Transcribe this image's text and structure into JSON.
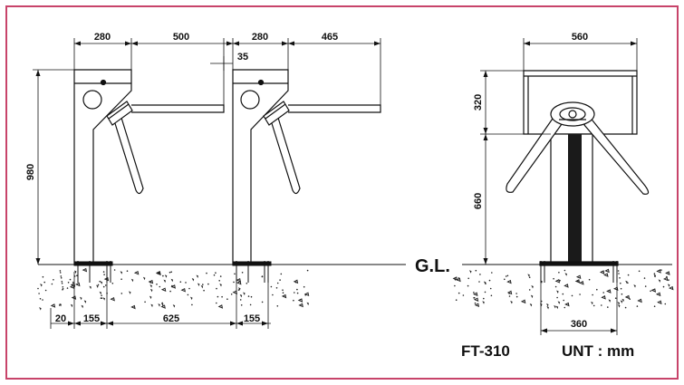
{
  "colors": {
    "frame": "#c8446a",
    "ink": "#111111",
    "post": "#1a1a1a"
  },
  "left_view": {
    "top_dims": [
      "280",
      "500",
      "280",
      "465"
    ],
    "offset_dim": "35",
    "height_dim": "980",
    "bottom_dims": [
      "20",
      "155",
      "625",
      "155"
    ]
  },
  "right_view": {
    "width_dim": "560",
    "upper_height_dim": "320",
    "lower_height_dim": "660",
    "base_dim": "360"
  },
  "ground_label": "G.L.",
  "model_label": "FT-310",
  "unit_label": "UNT : mm"
}
